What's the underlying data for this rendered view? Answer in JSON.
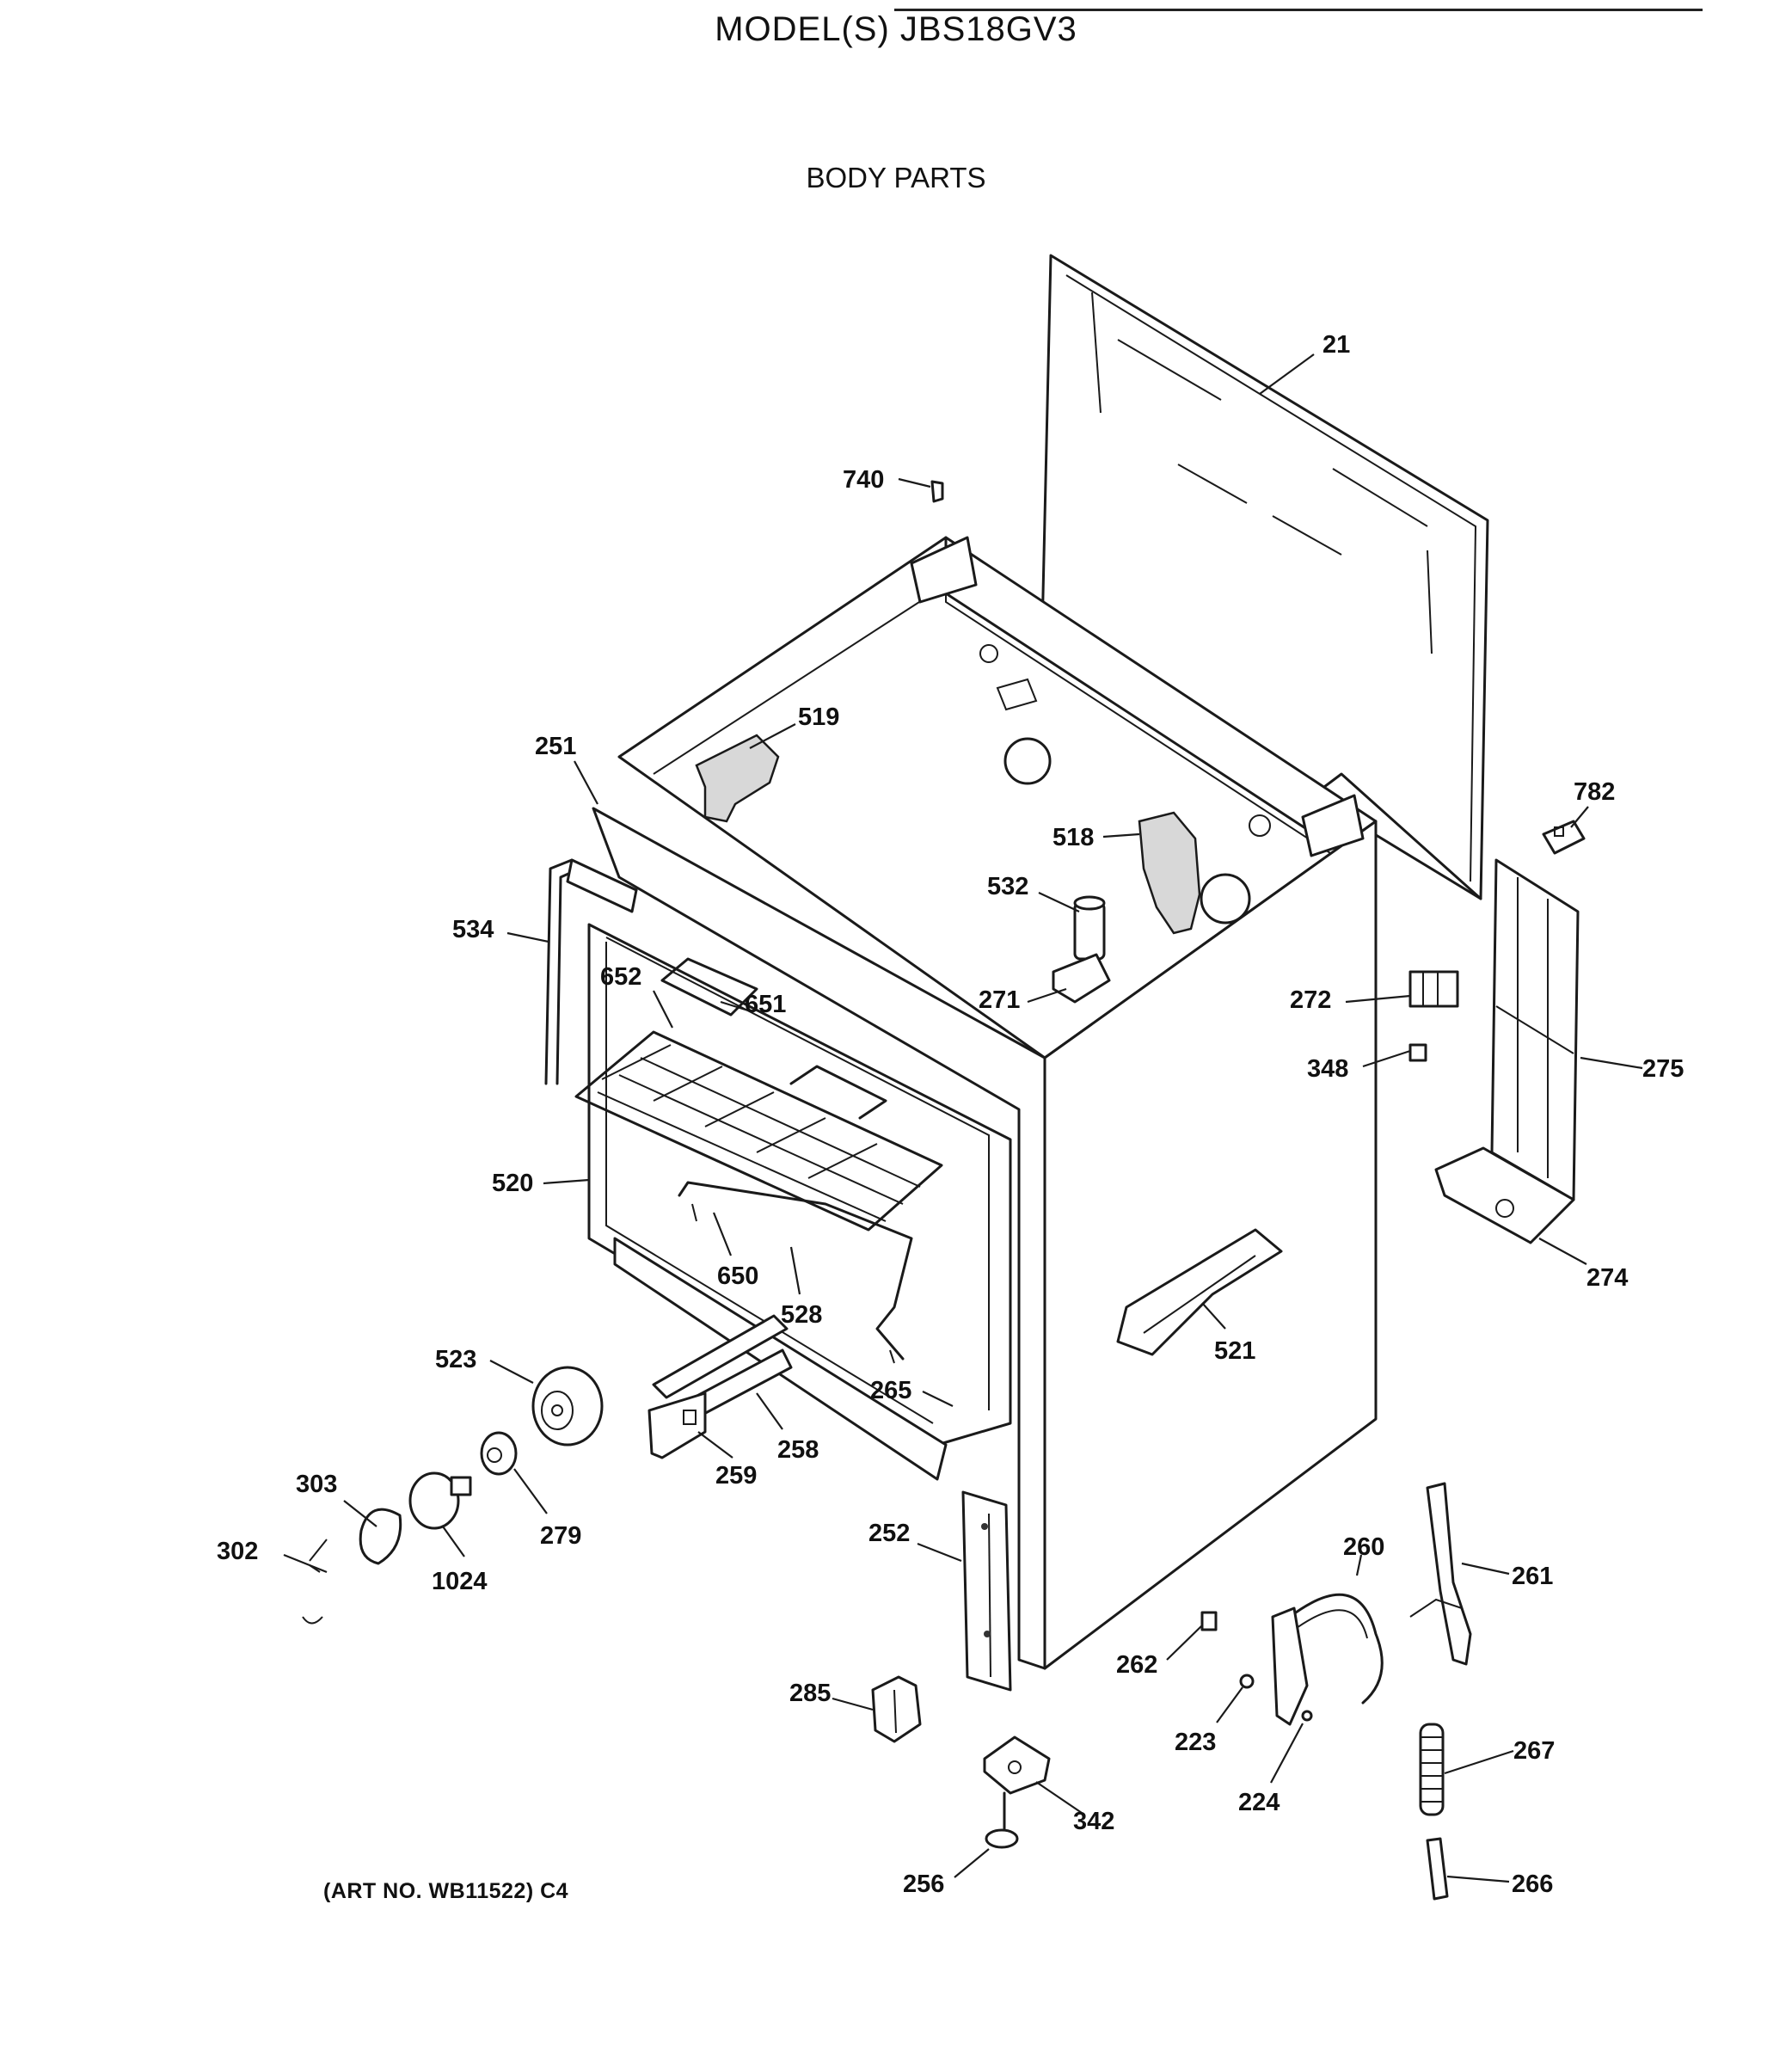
{
  "header": {
    "model": "MODEL(S) JBS18GV3",
    "section": "BODY PARTS"
  },
  "footer": {
    "art_no": "(ART NO. WB11522) C4"
  },
  "callouts": {
    "c21": "21",
    "c740": "740",
    "c519": "519",
    "c251": "251",
    "c518": "518",
    "c782": "782",
    "c532": "532",
    "c534": "534",
    "c652": "652",
    "c651": "651",
    "c271": "271",
    "c272": "272",
    "c348": "348",
    "c275": "275",
    "c520": "520",
    "c650": "650",
    "c528": "528",
    "c274": "274",
    "c521": "521",
    "c523": "523",
    "c265": "265",
    "c258": "258",
    "c259": "259",
    "c303": "303",
    "c279": "279",
    "c302": "302",
    "c1024": "1024",
    "c252": "252",
    "c260": "260",
    "c261": "261",
    "c262": "262",
    "c285": "285",
    "c223": "223",
    "c224": "224",
    "c267": "267",
    "c342": "342",
    "c256": "256",
    "c266": "266"
  }
}
